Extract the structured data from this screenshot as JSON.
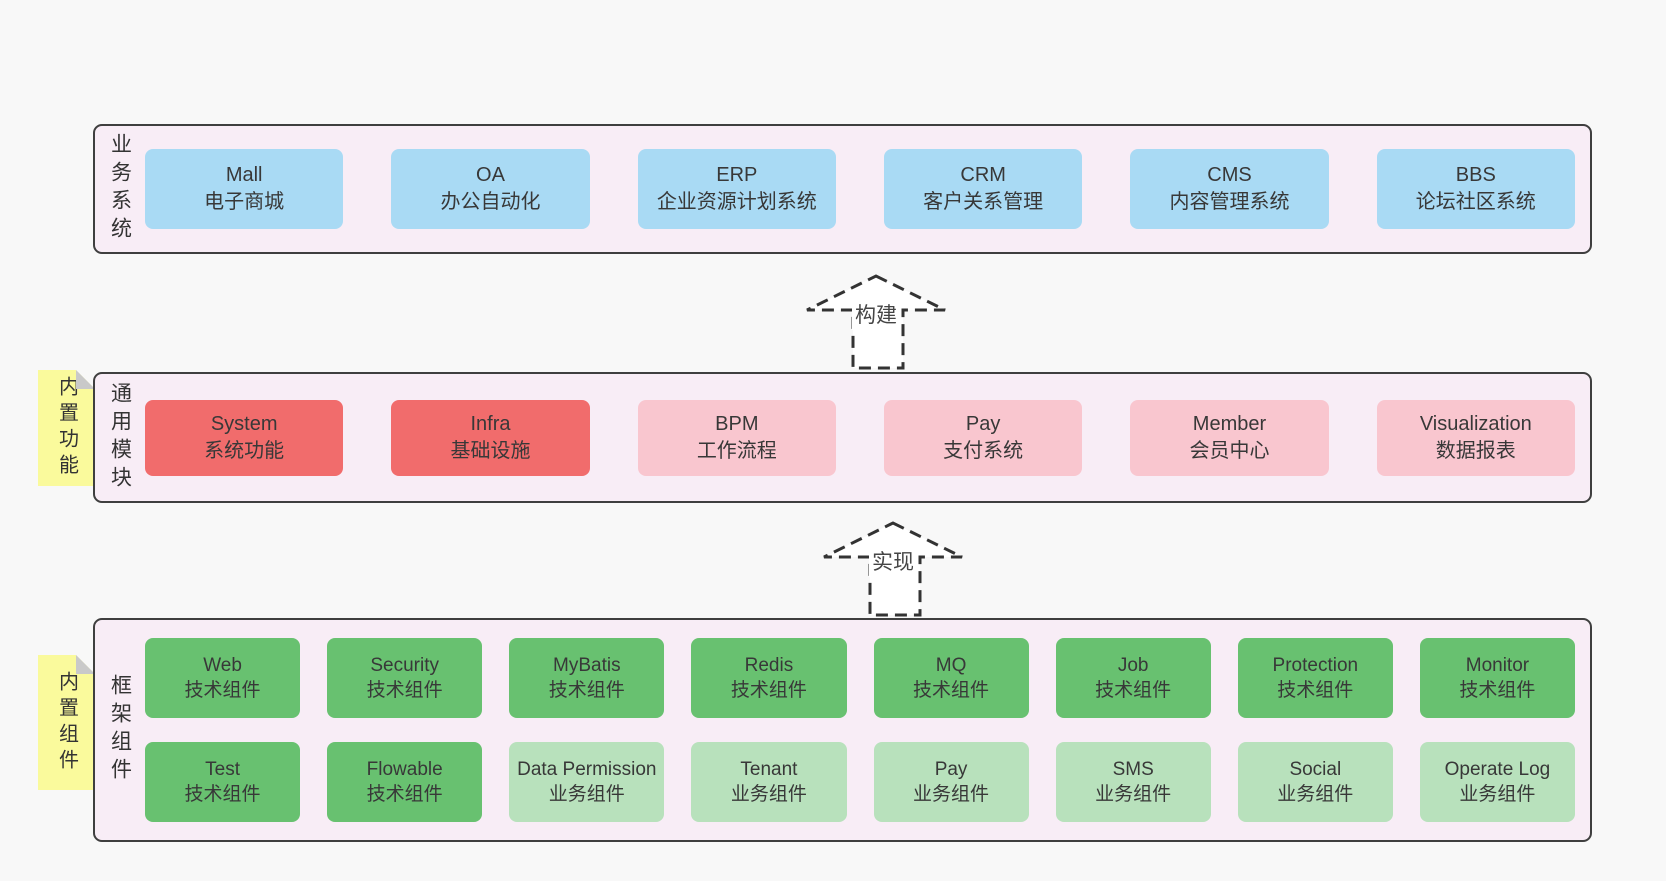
{
  "colors": {
    "blue": "#a9daf4",
    "red": "#f16c6c",
    "pink": "#f9c6cf",
    "green": "#68c170",
    "lightgreen": "#b8e1bc",
    "panel_bg": "#f8edf6",
    "panel_border": "#3f3f3f",
    "note_bg": "#fafa9c",
    "note_fold": "#c9c9c9",
    "page_bg": "#f8f8f8",
    "text": "#3a3a3a"
  },
  "sections": {
    "business": {
      "label": "业务系统",
      "boxes": [
        {
          "title": "Mall",
          "subtitle": "电子商城",
          "variant": "blue"
        },
        {
          "title": "OA",
          "subtitle": "办公自动化",
          "variant": "blue"
        },
        {
          "title": "ERP",
          "subtitle": "企业资源计划系统",
          "variant": "blue"
        },
        {
          "title": "CRM",
          "subtitle": "客户关系管理",
          "variant": "blue"
        },
        {
          "title": "CMS",
          "subtitle": "内容管理系统",
          "variant": "blue"
        },
        {
          "title": "BBS",
          "subtitle": "论坛社区系统",
          "variant": "blue"
        }
      ]
    },
    "modules": {
      "label": "通用模块",
      "note": "内置功能",
      "boxes": [
        {
          "title": "System",
          "subtitle": "系统功能",
          "variant": "red"
        },
        {
          "title": "Infra",
          "subtitle": "基础设施",
          "variant": "red"
        },
        {
          "title": "BPM",
          "subtitle": "工作流程",
          "variant": "pink"
        },
        {
          "title": "Pay",
          "subtitle": "支付系统",
          "variant": "pink"
        },
        {
          "title": "Member",
          "subtitle": "会员中心",
          "variant": "pink"
        },
        {
          "title": "Visualization",
          "subtitle": "数据报表",
          "variant": "pink"
        }
      ]
    },
    "framework": {
      "label": "框架组件",
      "note": "内置组件",
      "row1": [
        {
          "title": "Web",
          "subtitle": "技术组件",
          "variant": "green"
        },
        {
          "title": "Security",
          "subtitle": "技术组件",
          "variant": "green"
        },
        {
          "title": "MyBatis",
          "subtitle": "技术组件",
          "variant": "green"
        },
        {
          "title": "Redis",
          "subtitle": "技术组件",
          "variant": "green"
        },
        {
          "title": "MQ",
          "subtitle": "技术组件",
          "variant": "green"
        },
        {
          "title": "Job",
          "subtitle": "技术组件",
          "variant": "green"
        },
        {
          "title": "Protection",
          "subtitle": "技术组件",
          "variant": "green"
        },
        {
          "title": "Monitor",
          "subtitle": "技术组件",
          "variant": "green"
        }
      ],
      "row2": [
        {
          "title": "Test",
          "subtitle": "技术组件",
          "variant": "green"
        },
        {
          "title": "Flowable",
          "subtitle": "技术组件",
          "variant": "green"
        },
        {
          "title": "Data Permission",
          "subtitle": "业务组件",
          "variant": "lightgreen"
        },
        {
          "title": "Tenant",
          "subtitle": "业务组件",
          "variant": "lightgreen"
        },
        {
          "title": "Pay",
          "subtitle": "业务组件",
          "variant": "lightgreen"
        },
        {
          "title": "SMS",
          "subtitle": "业务组件",
          "variant": "lightgreen"
        },
        {
          "title": "Social",
          "subtitle": "业务组件",
          "variant": "lightgreen"
        },
        {
          "title": "Operate Log",
          "subtitle": "业务组件",
          "variant": "lightgreen"
        }
      ]
    }
  },
  "arrows": {
    "build": {
      "label": "构建"
    },
    "implement": {
      "label": "实现"
    }
  }
}
